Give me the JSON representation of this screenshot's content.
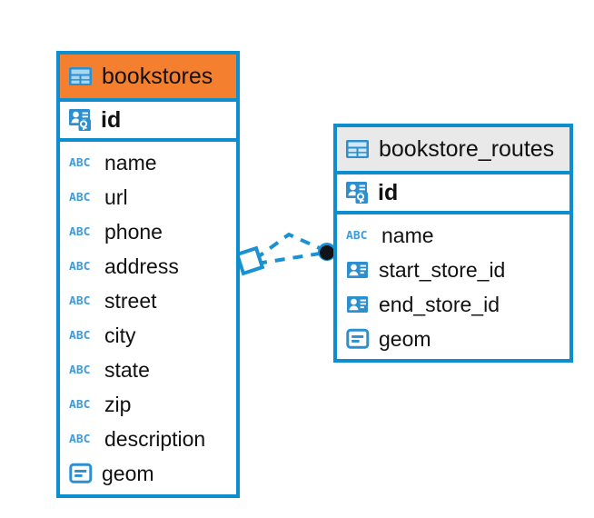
{
  "diagram": {
    "type": "entity-relationship-diagram",
    "background": "#ffffff",
    "edge_color": "#0d8ecf",
    "highlight_header_color": "#f4802f",
    "normal_header_color": "#e9e9e9",
    "icon_color": "#2b8fd0",
    "entities": [
      {
        "name": "bookstores",
        "header_style": "orange",
        "icon": "table-icon",
        "primary_key": {
          "label": "id",
          "icon": "primary-key-icon"
        },
        "fields": [
          {
            "label": "name",
            "icon": "abc-text-icon"
          },
          {
            "label": "url",
            "icon": "abc-text-icon"
          },
          {
            "label": "phone",
            "icon": "abc-text-icon"
          },
          {
            "label": "address",
            "icon": "abc-text-icon"
          },
          {
            "label": "street",
            "icon": "abc-text-icon"
          },
          {
            "label": "city",
            "icon": "abc-text-icon"
          },
          {
            "label": "state",
            "icon": "abc-text-icon"
          },
          {
            "label": "zip",
            "icon": "abc-text-icon"
          },
          {
            "label": "description",
            "icon": "abc-text-icon"
          },
          {
            "label": "geom",
            "icon": "geometry-icon"
          }
        ]
      },
      {
        "name": "bookstore_routes",
        "header_style": "gray",
        "icon": "table-icon",
        "primary_key": {
          "label": "id",
          "icon": "primary-key-icon"
        },
        "fields": [
          {
            "label": "name",
            "icon": "abc-text-icon"
          },
          {
            "label": "start_store_id",
            "icon": "foreign-key-icon"
          },
          {
            "label": "end_store_id",
            "icon": "foreign-key-icon"
          },
          {
            "label": "geom",
            "icon": "geometry-icon"
          }
        ]
      }
    ],
    "relationship": {
      "source_entity": "bookstores",
      "target_entity": "bookstore_routes",
      "line_style": "dashed",
      "source_marker": "diamond-marker",
      "target_marker": "filled-circle-marker"
    }
  }
}
